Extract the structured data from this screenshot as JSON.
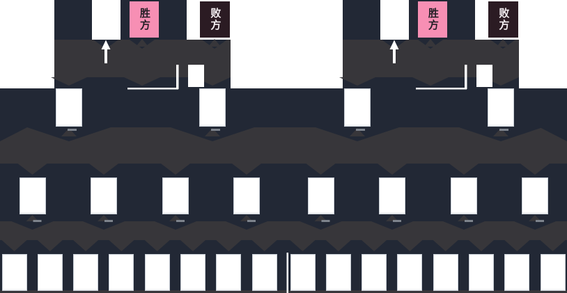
{
  "page": {
    "background": "#ffffff"
  },
  "colors": {
    "navy_band": "#222835",
    "charcoal_connector": "#37363a",
    "slot_fill": "#ffffff",
    "slot_border": "#c6ccd4",
    "winner_badge_bg": "#f78fb4",
    "winner_badge_text": "#231f26",
    "loser_badge_bg": "#2b1b23",
    "loser_badge_text": "#f3eef1",
    "white_line": "#ffffff",
    "stub_gray": "#7e848d"
  },
  "brackets": [
    {
      "side": "left",
      "winner_label": "胜方",
      "loser_label": "败方",
      "round1_slots": 8,
      "round2_slots": 4,
      "round3_slots": 2,
      "champion_slots": 1
    },
    {
      "side": "right",
      "winner_label": "胜方",
      "loser_label": "败方",
      "round1_slots": 8,
      "round2_slots": 4,
      "round3_slots": 2,
      "champion_slots": 1
    }
  ],
  "icons": {
    "up_arrow": "white arrow pointing up into champion slot",
    "divider": "white vertical divider line between bracket halves"
  }
}
